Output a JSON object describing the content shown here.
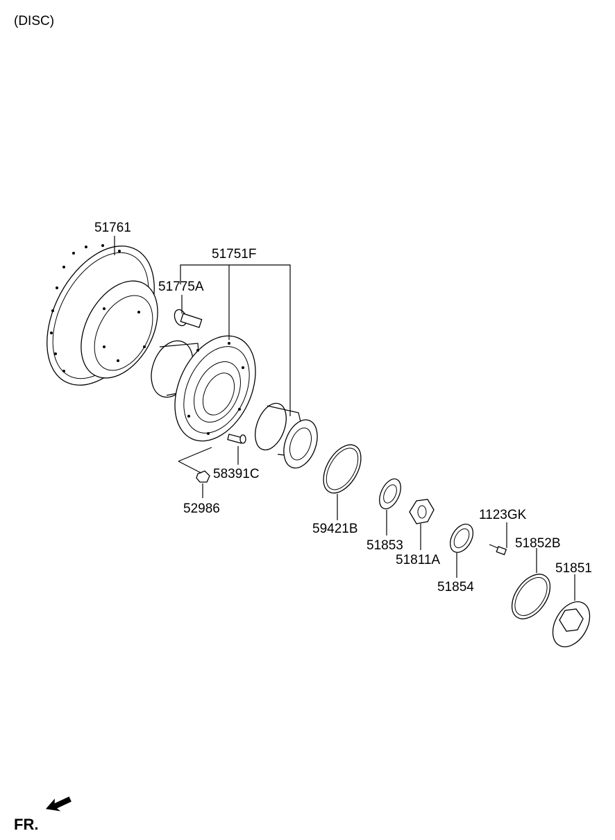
{
  "header": {
    "section": "(DISC)"
  },
  "direction": {
    "label": "FR.",
    "icon": "forward-arrow-icon"
  },
  "parts": [
    {
      "id": "disc",
      "number": "51761"
    },
    {
      "id": "hub-assembly",
      "number": "51751F"
    },
    {
      "id": "hub-bolt",
      "number": "51775A"
    },
    {
      "id": "screw",
      "number": "58391C"
    },
    {
      "id": "nut",
      "number": "52986"
    },
    {
      "id": "snap-ring",
      "number": "59421B"
    },
    {
      "id": "washer",
      "number": "51853"
    },
    {
      "id": "lock-nut",
      "number": "51811A"
    },
    {
      "id": "lock-washer",
      "number": "51854"
    },
    {
      "id": "bolt",
      "number": "1123GK"
    },
    {
      "id": "o-ring",
      "number": "51852B"
    },
    {
      "id": "cap",
      "number": "51851"
    }
  ]
}
